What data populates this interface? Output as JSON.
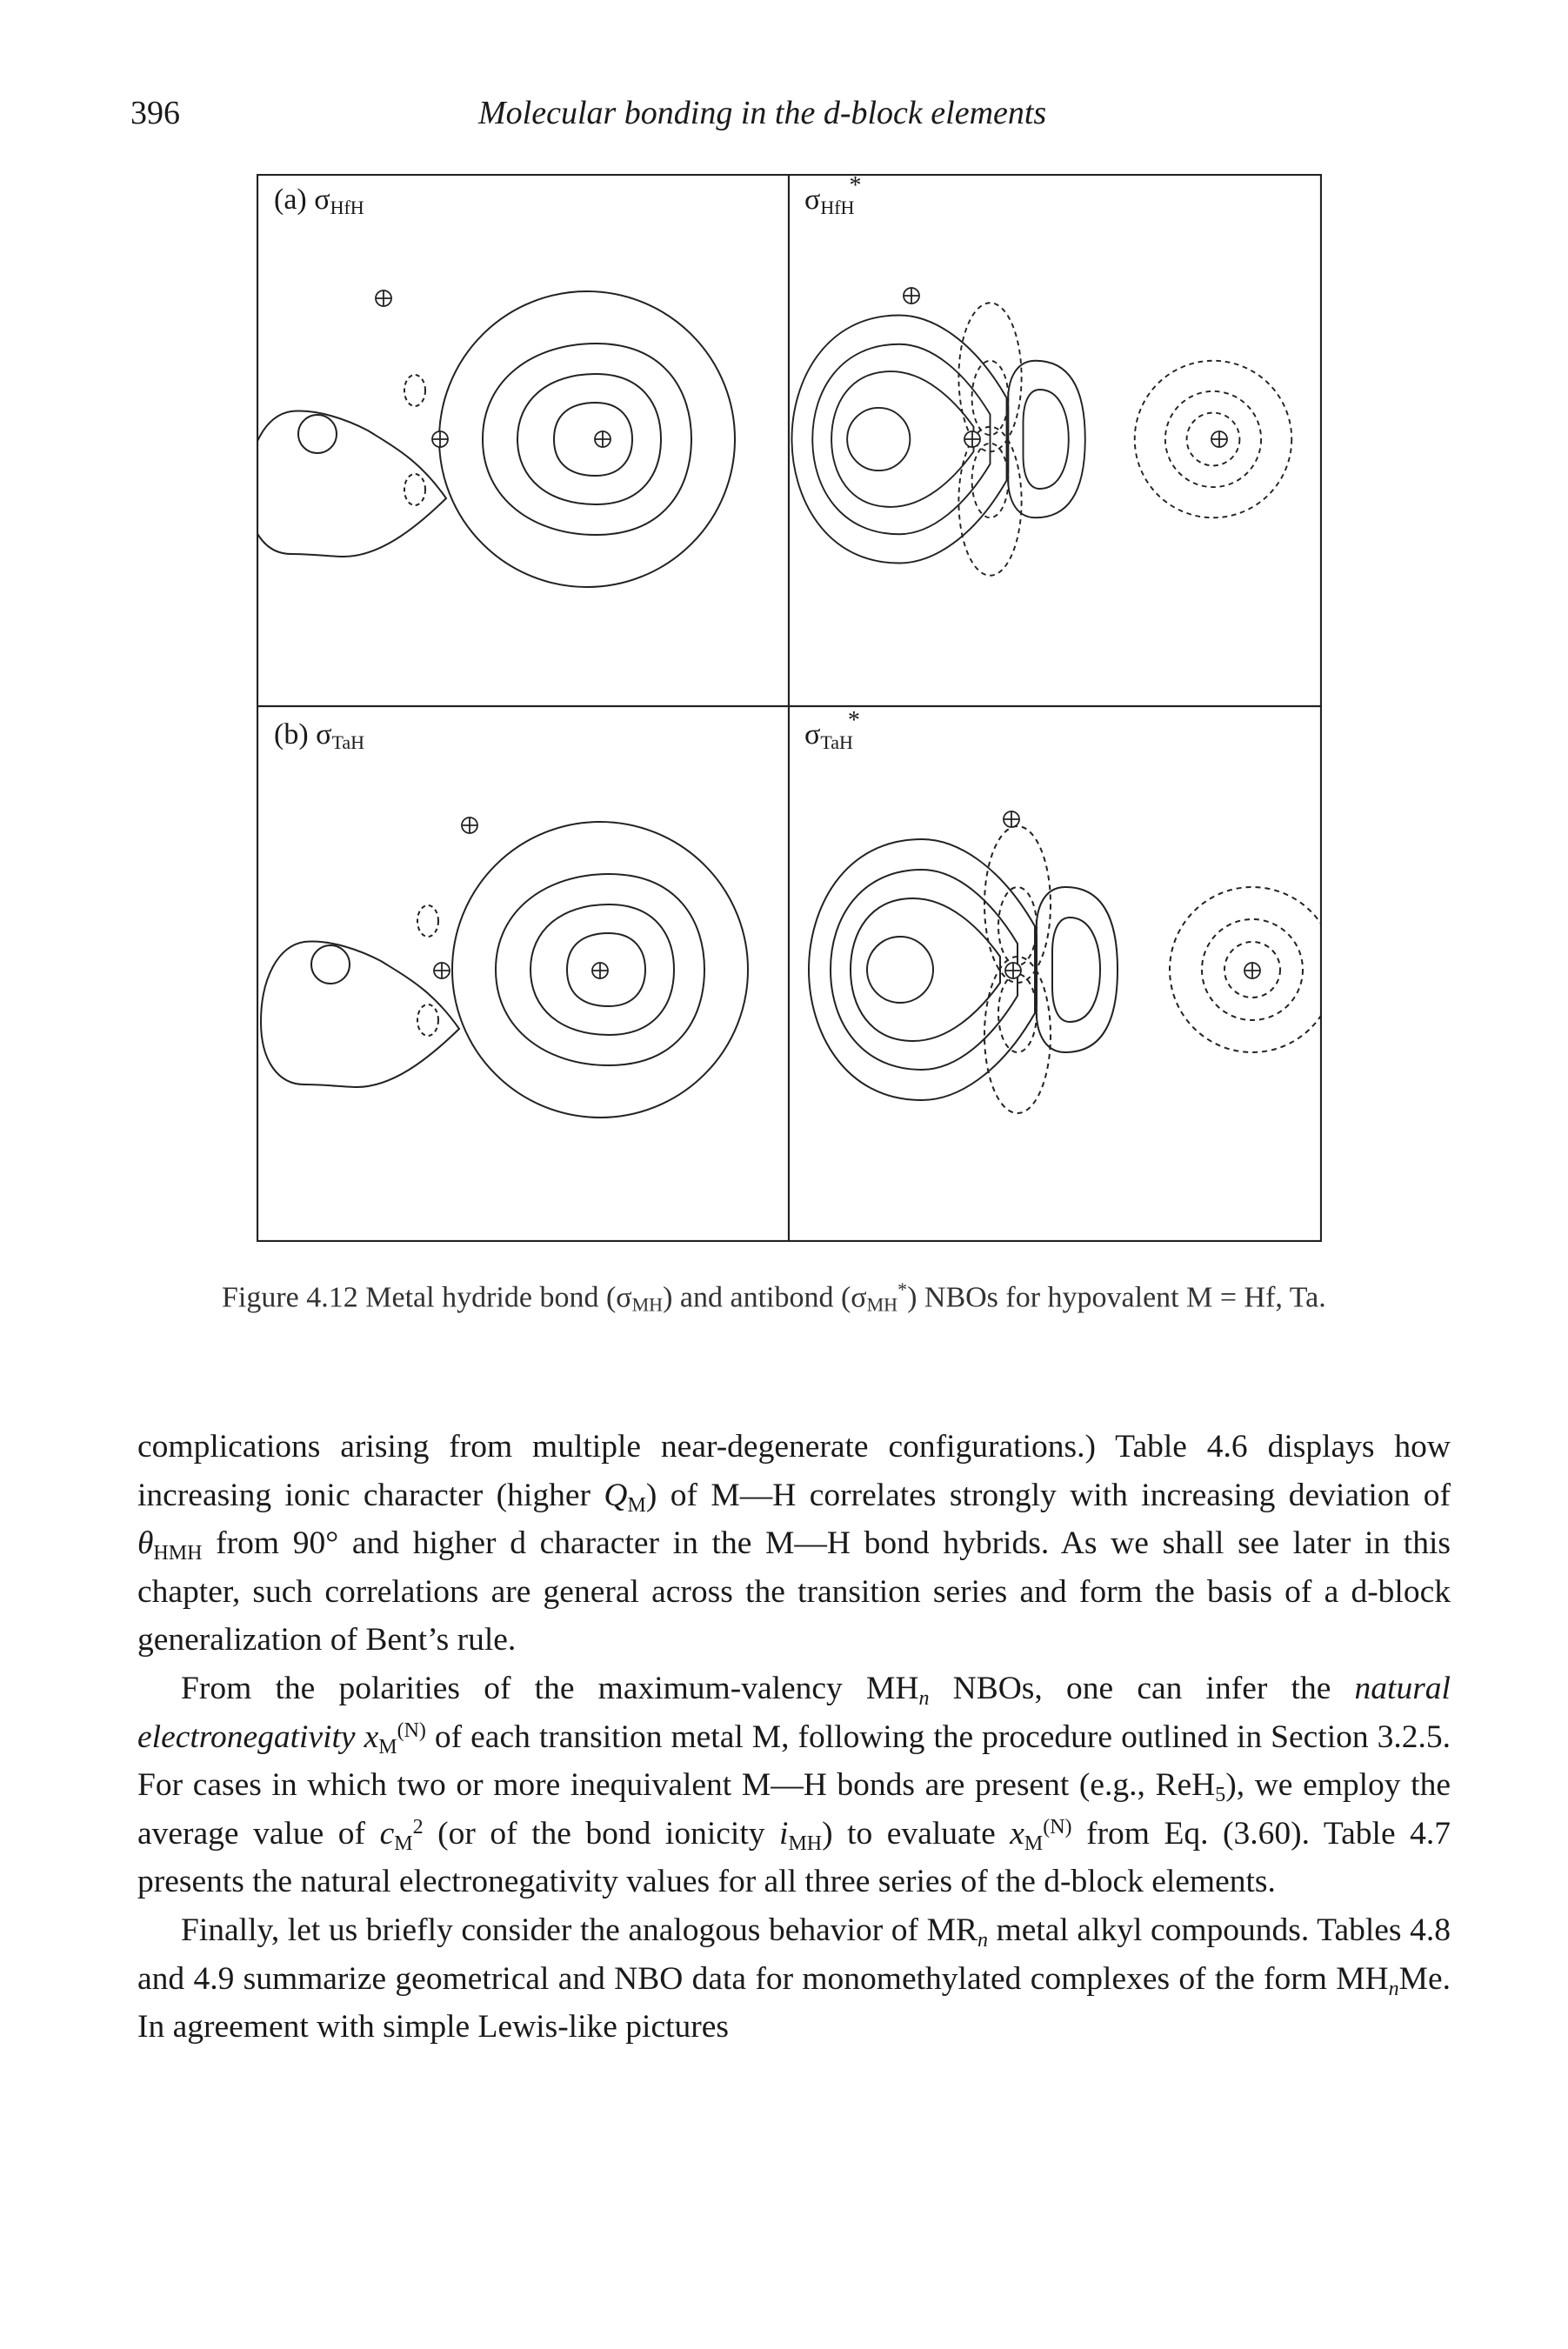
{
  "header": {
    "page_number": "396",
    "running_title": "Molecular bonding in the d-block elements"
  },
  "figure": {
    "panels": [
      {
        "prefix": "(a) ",
        "sigma": "σ",
        "sub": "HfH",
        "star": ""
      },
      {
        "prefix": "",
        "sigma": "σ",
        "sub": "HfH",
        "star": "*"
      },
      {
        "prefix": "(b) ",
        "sigma": "σ",
        "sub": "TaH",
        "star": ""
      },
      {
        "prefix": "",
        "sigma": "σ",
        "sub": "TaH",
        "star": "*"
      }
    ],
    "nucleus_symbol": "⊕"
  },
  "caption": {
    "number": "Figure 4.12",
    "text_1": "Metal hydride bond (σ",
    "sub_1": "MH",
    "text_2": ") and antibond (σ",
    "sub_2": "MH",
    "sup_2": "*",
    "text_3": ") NBOs for hypovalent M = Hf, Ta."
  },
  "body": {
    "p1": {
      "t1": "complications arising from multiple near-degenerate configurations.) Table 4.6 displays how increasing ionic character (higher ",
      "q": "Q",
      "q_sub": "M",
      "t2": ") of M—H correlates strongly with increasing deviation of ",
      "theta": "θ",
      "theta_sub": "HMH",
      "t3": " from 90° and higher d character in the M—H bond hybrids. As we shall see later in this chapter, such correlations are general across the transition series and form the basis of a d-block generalization of Bent’s rule."
    },
    "p2": {
      "t1": "From the polarities of the maximum-valency MH",
      "n1": "n",
      "t2": " NBOs, one can infer the ",
      "italic": "natural electronegativity ",
      "x1": "x",
      "x1_sub": "M",
      "x1_sup": "(N)",
      "t3": " of each transition metal M, following the procedure outlined in Section 3.2.5. For cases in which two or more inequivalent M—H bonds are present (e.g., ReH",
      "re_sub": "5",
      "t4": "), we employ the average value of ",
      "c": "c",
      "c_sub": "M",
      "c_sup": "2",
      "t5": " (or of the bond ionicity ",
      "i": "i",
      "i_sub": "MH",
      "t6": ") to evaluate ",
      "x2": "x",
      "x2_sub": "M",
      "x2_sup": "(N)",
      "t7": " from Eq. (3.60). Table 4.7 presents the natural electronegativity values for all three series of the d-block elements."
    },
    "p3": {
      "t1": "Finally, let us briefly consider the analogous behavior of MR",
      "n1": "n",
      "t2": " metal alkyl compounds. Tables 4.8 and 4.9 summarize geometrical and NBO data for monomethylated complexes of the form MH",
      "n2": "n",
      "t3": "Me. In agreement with simple Lewis-like pictures"
    }
  }
}
